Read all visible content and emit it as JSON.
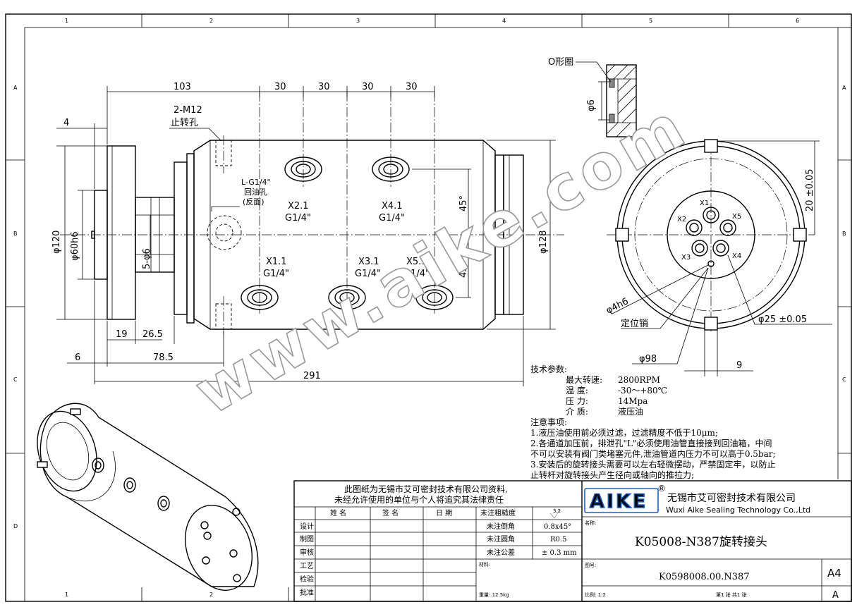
{
  "frame": {
    "cols": [
      "1",
      "2",
      "3",
      "4",
      "5",
      "6"
    ],
    "rows": [
      "A",
      "B",
      "C",
      "D"
    ]
  },
  "watermark": "www.aike.com",
  "labels": {
    "o_ring": "O形圈",
    "phi6_top": "φ6",
    "m12_a": "2-M12",
    "m12_b": "止转孔",
    "lhole_a": "L-G1/4\"",
    "lhole_b": "回油孔",
    "lhole_c": "(反面)",
    "x21": "X2.1",
    "x41": "X4.1",
    "x11": "X1.1",
    "x31": "X3.1",
    "x51": "X5.1",
    "g14": "G1/4\"",
    "ang45": "45°",
    "phi120": "φ120",
    "phi60h6": "φ60h6",
    "phi6x5": "5-φ6",
    "phi128": "φ128",
    "d103": "103",
    "d30": "30",
    "d4": "4",
    "d19": "19",
    "d265": "26.5",
    "d6": "6",
    "d785": "78.5",
    "d291": "291",
    "x1": "X1",
    "x2": "X2",
    "x3": "X3",
    "x4": "X4",
    "x5": "X5",
    "d20": "20 ±0.05",
    "phi4h6": "φ4h6",
    "dingwei": "定位销",
    "phi25": "φ25 ±0.05",
    "phi98": "φ98",
    "d9": "9"
  },
  "specs": {
    "title": "技术参数:",
    "rows": [
      {
        "label": "最大转速:",
        "value": "2800RPM"
      },
      {
        "label": "温    度:",
        "value": "-30～+80℃"
      },
      {
        "label": "压    力:",
        "value": "14Mpa"
      },
      {
        "label": "介    质:",
        "value": "液压油"
      }
    ]
  },
  "notes": {
    "title": "注意事项:",
    "lines": [
      "1.液压油使用前必须过滤，过滤精度不低于10μm;",
      "2.各通道加压前，排泄孔\"L\"必须使用油管直接接到回油箱，中间",
      "   不可以安装有阀门类堵塞元件,泄油管道内压力不可以高于0.5bar;",
      "3.安装后的旋转接头需要可以左右轻微摆动，严禁固定牢，以防止",
      "   止转杆对旋转接头产生径向或轴向的推拉力;"
    ]
  },
  "title_block": {
    "notice_1": "此图纸为无锡市艾可密封技术有限公司资料,",
    "notice_2": "未经允许使用的单位与个人将追究其法律责任",
    "header": [
      "姓  名",
      "签  名",
      "日  期"
    ],
    "roles": [
      "设计",
      "制图",
      "审核",
      "工艺",
      "检验",
      "批准"
    ],
    "rough_label": "未注粗糙度",
    "rough_value": "3.2",
    "chamfer_label": "未注倒角",
    "chamfer_value": "0.8x45°",
    "fillet_label": "未注圆角",
    "fillet_value": "R0.5",
    "tol_label": "未注公差",
    "tol_value": "± 0.3 mm",
    "material_label": "材料:",
    "weight_label": "重量: 12.5kg",
    "name_label": "名称:",
    "drawing_name": "K05008-N387旋转接头",
    "no_label": "图号:",
    "drawing_no": "K0598008.00.N387",
    "scale_label": "比例:  1:2",
    "sheet_label": "第1 张    共1 张",
    "size": "A4",
    "rev": "A",
    "logo": "AIKE",
    "reg": "®",
    "company_cn": "无锡市艾可密封技术有限公司",
    "company_en": "Wuxi Aike Sealing Technology Co.,Ltd"
  }
}
